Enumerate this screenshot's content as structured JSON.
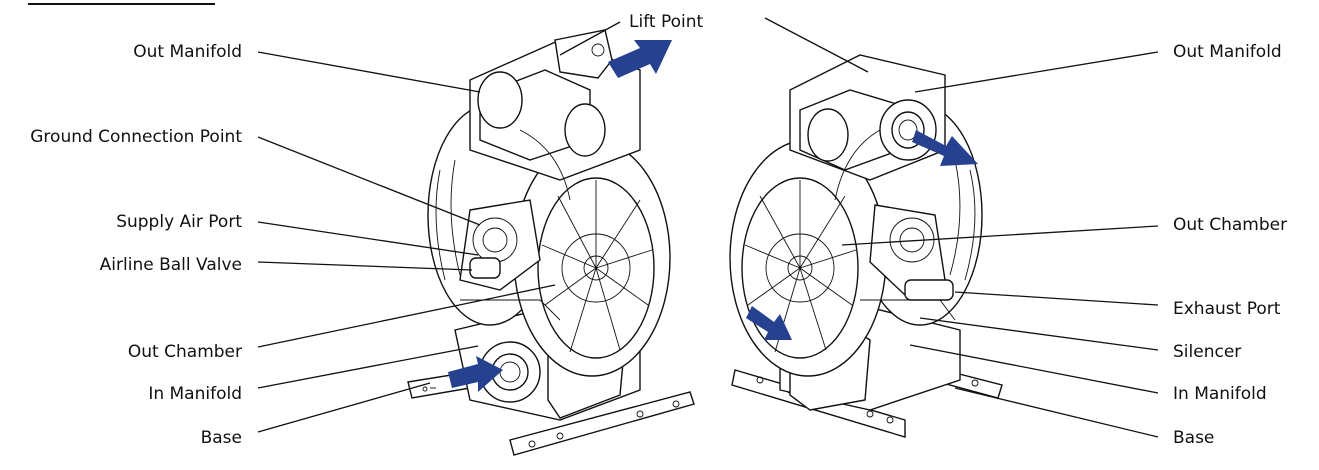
{
  "diagram": {
    "top_label": "Lift Point",
    "left_labels": [
      "Out Manifold",
      "Ground Connection Point",
      "Supply Air Port",
      "Airline Ball Valve",
      "Out Chamber",
      "In Manifold",
      "Base"
    ],
    "right_labels": [
      "Out Manifold",
      "Out Chamber",
      "Exhaust Port",
      "Silencer",
      "In Manifold",
      "Base"
    ],
    "colors": {
      "arrow": "#26418f",
      "line": "#111111",
      "background": "#ffffff"
    },
    "icons": [
      "arrow-flow-icon",
      "pump-drawing-left",
      "pump-drawing-right"
    ]
  }
}
